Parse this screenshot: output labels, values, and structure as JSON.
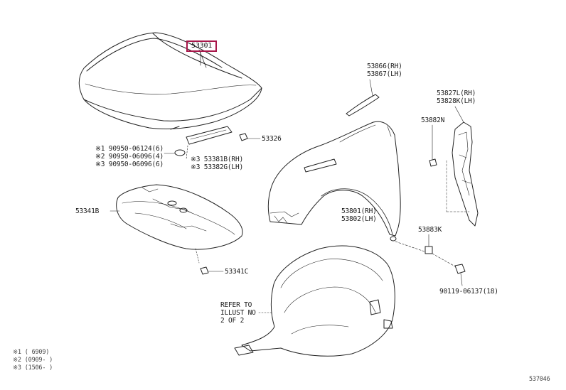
{
  "parts": {
    "hood": "53301",
    "hood_clip": "53326",
    "hood_seal": [
      "※1 90950-06124(6)",
      "※2 90950-06096(4)",
      "※3 90950-06096(6)"
    ],
    "hood_molding": [
      "※3 53381B(RH)",
      "※3 53382G(LH)"
    ],
    "cover_left": "53341B",
    "cover_clip": "53341C",
    "fender_top": [
      "53866(RH)",
      "53867(LH)"
    ],
    "fender_bracket": [
      "53827L(RH)",
      "53828K(LH)"
    ],
    "bracket_clip": "53882N",
    "fender": [
      "53801(RH)",
      "53802(LH)"
    ],
    "fender_clip": "53883K",
    "bolt": "90119-06137(18)",
    "refer": [
      "REFER TO",
      "ILLUST NO",
      "2 OF 2"
    ]
  },
  "legend": [
    "※1 (     6909)",
    "※2 (0909-     )",
    "※3 (1506-     )"
  ],
  "figure_id": "537046"
}
